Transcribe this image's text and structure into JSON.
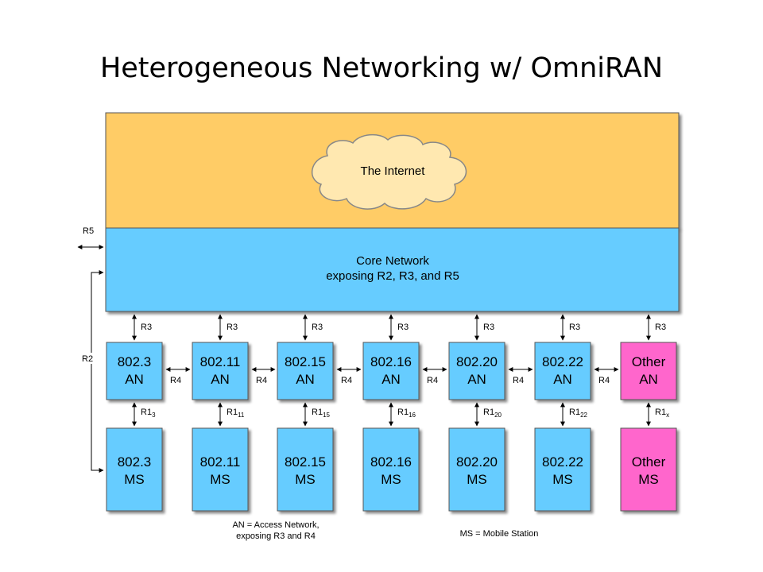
{
  "title": "Heterogeneous Networking w/ OmniRAN",
  "internet_label": "The Internet",
  "core": {
    "line1": "Core Network",
    "line2": "exposing R2, R3, and R5"
  },
  "side_labels": {
    "r5": "R5",
    "r2": "R2"
  },
  "r3_label": "R3",
  "r4_label": "R4",
  "columns": [
    {
      "id": "802-3",
      "an": [
        "802.3",
        "AN"
      ],
      "ms": [
        "802.3",
        "MS"
      ],
      "r1": "R1",
      "r1_sub": "3",
      "kind": "ieee"
    },
    {
      "id": "802-11",
      "an": [
        "802.11",
        "AN"
      ],
      "ms": [
        "802.11",
        "MS"
      ],
      "r1": "R1",
      "r1_sub": "11",
      "kind": "ieee"
    },
    {
      "id": "802-15",
      "an": [
        "802.15",
        "AN"
      ],
      "ms": [
        "802.15",
        "MS"
      ],
      "r1": "R1",
      "r1_sub": "15",
      "kind": "ieee"
    },
    {
      "id": "802-16",
      "an": [
        "802.16",
        "AN"
      ],
      "ms": [
        "802.16",
        "MS"
      ],
      "r1": "R1",
      "r1_sub": "16",
      "kind": "ieee"
    },
    {
      "id": "802-20",
      "an": [
        "802.20",
        "AN"
      ],
      "ms": [
        "802.20",
        "MS"
      ],
      "r1": "R1",
      "r1_sub": "20",
      "kind": "ieee"
    },
    {
      "id": "802-22",
      "an": [
        "802.22",
        "AN"
      ],
      "ms": [
        "802.22",
        "MS"
      ],
      "r1": "R1",
      "r1_sub": "22",
      "kind": "ieee"
    },
    {
      "id": "other",
      "an": [
        "Other",
        "AN"
      ],
      "ms": [
        "Other",
        "MS"
      ],
      "r1": "R1",
      "r1_sub": "x",
      "kind": "other"
    }
  ],
  "notes": {
    "an_line1": "AN = Access Network,",
    "an_line2": "exposing R3 and R4",
    "ms": "MS = Mobile Station"
  },
  "colors": {
    "internet_zone": "#ffcc66",
    "core_zone": "#66ccff",
    "ieee_box": "#66ccff",
    "other_box": "#ff66cc",
    "cloud": "#ffe8b0"
  }
}
